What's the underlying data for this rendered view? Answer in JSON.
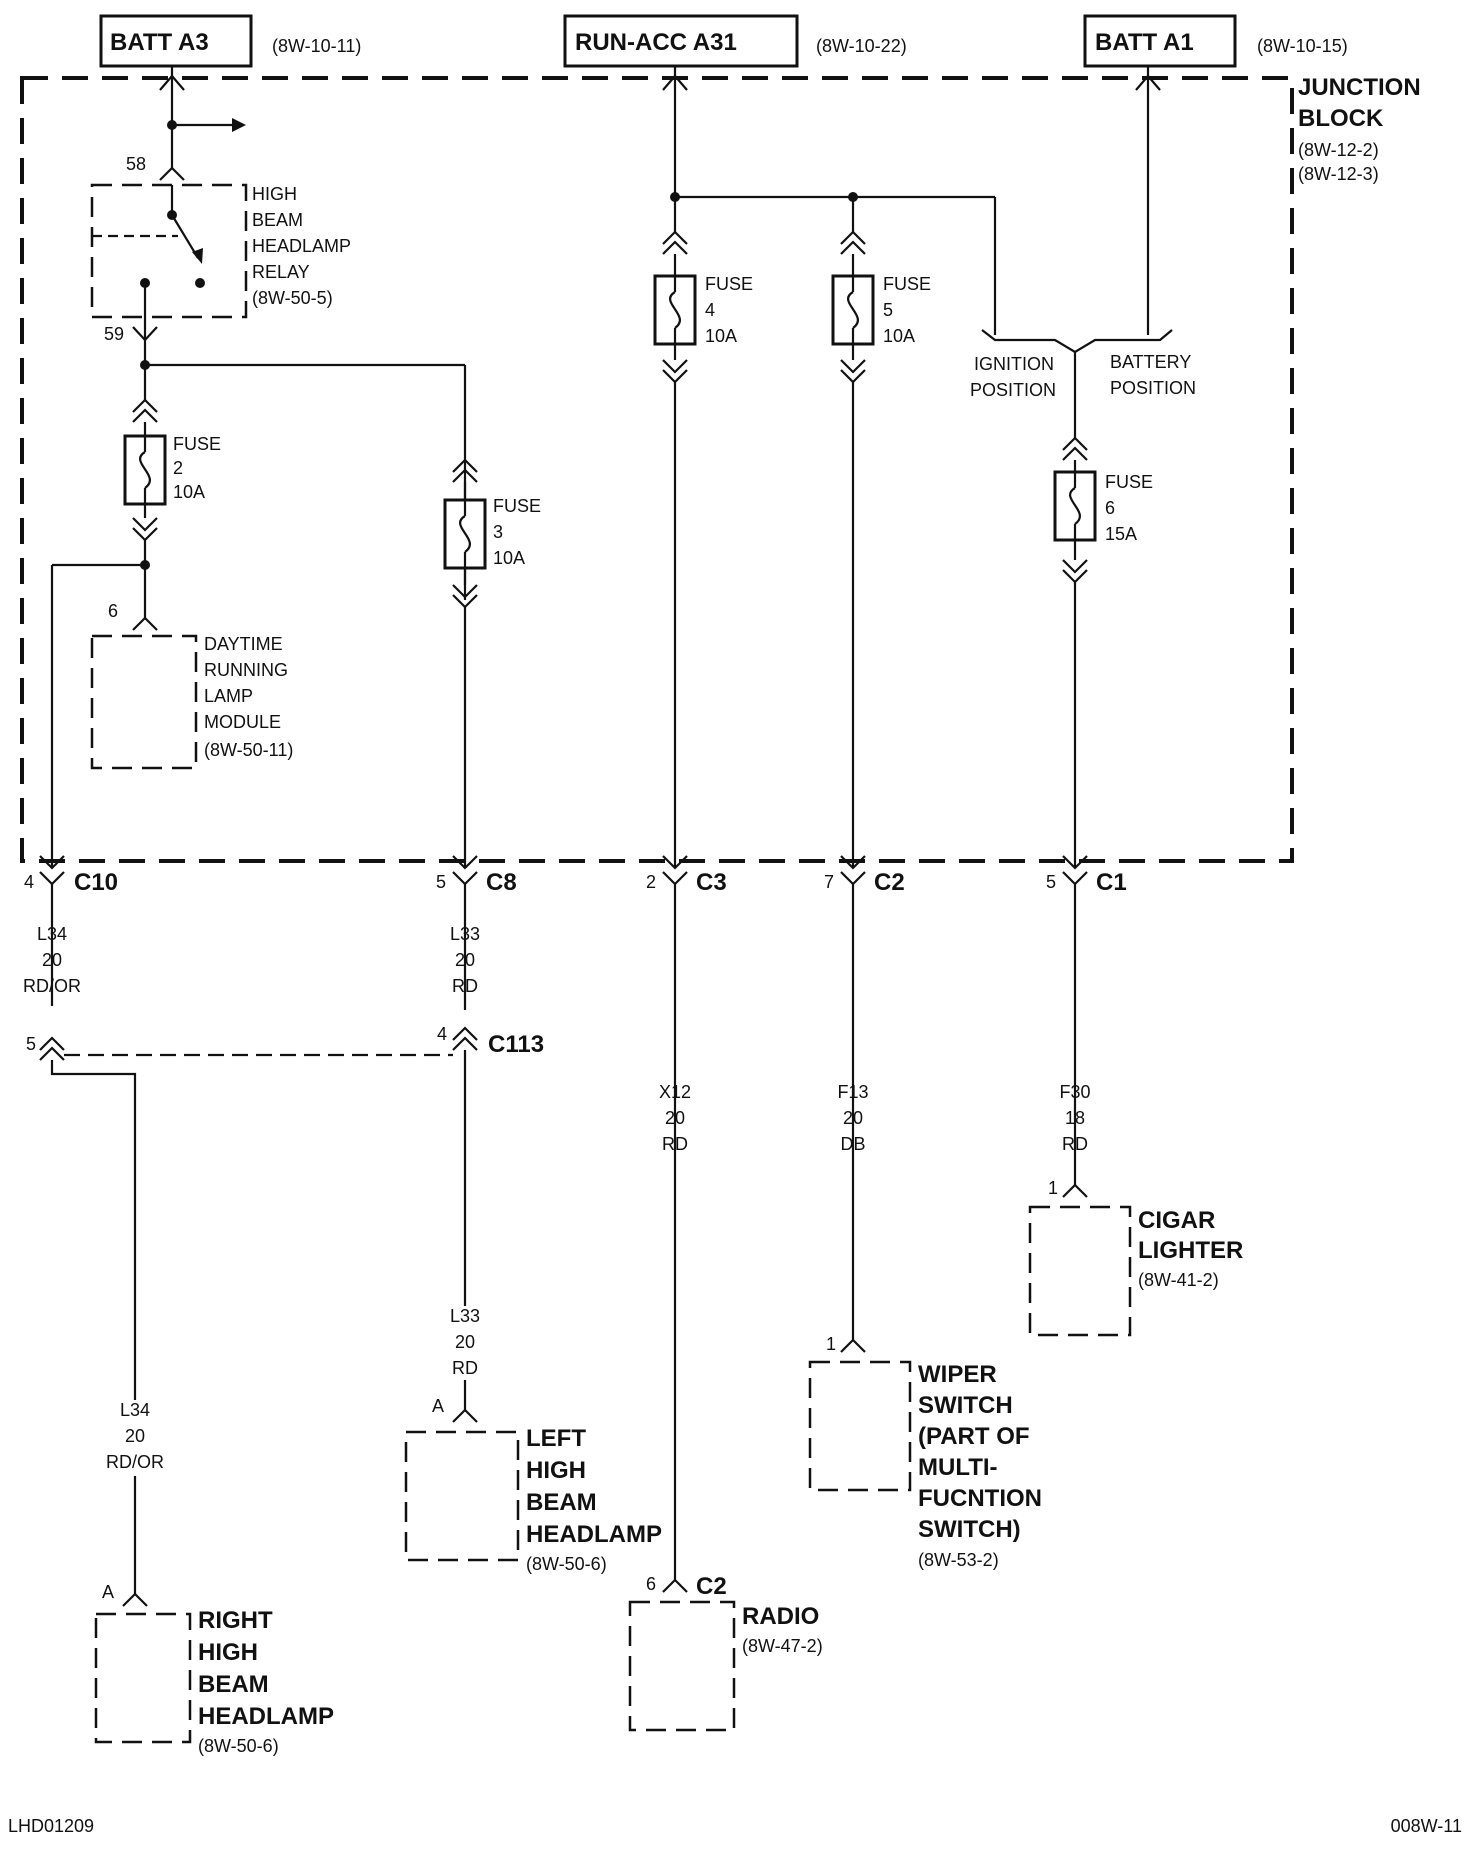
{
  "sources": {
    "batt_a3": {
      "label": "BATT A3",
      "ref": "(8W-10-11)"
    },
    "run_acc_a31": {
      "label": "RUN-ACC A31",
      "ref": "(8W-10-22)"
    },
    "batt_a1": {
      "label": "BATT A1",
      "ref": "(8W-10-15)"
    }
  },
  "junction_block": {
    "line1": "JUNCTION",
    "line2": "BLOCK",
    "ref1": "(8W-12-2)",
    "ref2": "(8W-12-3)"
  },
  "relay": {
    "pin_top": "58",
    "pin_bottom": "59",
    "lines": [
      "HIGH",
      "BEAM",
      "HEADLAMP",
      "RELAY",
      "(8W-50-5)"
    ]
  },
  "fuses": [
    {
      "word": "FUSE",
      "num": "2",
      "amps": "10A"
    },
    {
      "word": "FUSE",
      "num": "3",
      "amps": "10A"
    },
    {
      "word": "FUSE",
      "num": "4",
      "amps": "10A"
    },
    {
      "word": "FUSE",
      "num": "5",
      "amps": "10A"
    },
    {
      "word": "FUSE",
      "num": "6",
      "amps": "15A"
    }
  ],
  "ignition_switch": {
    "ignition_1": "IGNITION",
    "ignition_2": "POSITION",
    "battery_1": "BATTERY",
    "battery_2": "POSITION"
  },
  "drl_module": {
    "pin": "6",
    "lines": [
      "DAYTIME",
      "RUNNING",
      "LAMP",
      "MODULE",
      "(8W-50-11)"
    ]
  },
  "connectors": {
    "c10": {
      "pin": "4",
      "name": "C10"
    },
    "c8": {
      "pin": "5",
      "name": "C8"
    },
    "c3": {
      "pin": "2",
      "name": "C3"
    },
    "c2": {
      "pin": "7",
      "name": "C2"
    },
    "c1": {
      "pin": "5",
      "name": "C1"
    },
    "c113": {
      "pin_left": "5",
      "pin_right": "4",
      "name": "C113"
    }
  },
  "wires": {
    "l34_top": [
      "L34",
      "20",
      "RD/OR"
    ],
    "l33_top": [
      "L33",
      "20",
      "RD"
    ],
    "x12": [
      "X12",
      "20",
      "RD"
    ],
    "f13": [
      "F13",
      "20",
      "DB"
    ],
    "f30": [
      "F30",
      "18",
      "RD"
    ],
    "l33_bottom": [
      "L33",
      "20",
      "RD"
    ],
    "l34_bottom": [
      "L34",
      "20",
      "RD/OR"
    ]
  },
  "components": {
    "cigar_lighter": {
      "pin": "1",
      "lines": [
        "CIGAR",
        "LIGHTER"
      ],
      "ref": "(8W-41-2)"
    },
    "wiper_switch": {
      "pin": "1",
      "lines": [
        "WIPER",
        "SWITCH",
        "(PART OF",
        "MULTI-",
        "FUCNTION",
        "SWITCH)"
      ],
      "ref": "(8W-53-2)"
    },
    "left_headlamp": {
      "pin": "A",
      "lines": [
        "LEFT",
        "HIGH",
        "BEAM",
        "HEADLAMP"
      ],
      "ref": "(8W-50-6)"
    },
    "radio": {
      "pin": "6",
      "conn": "C2",
      "lines": [
        "RADIO"
      ],
      "ref": "(8W-47-2)"
    },
    "right_headlamp": {
      "pin": "A",
      "lines": [
        "RIGHT",
        "HIGH",
        "BEAM",
        "HEADLAMP"
      ],
      "ref": "(8W-50-6)"
    }
  },
  "footer": {
    "left": "LHD01209",
    "right": "008W-11"
  }
}
